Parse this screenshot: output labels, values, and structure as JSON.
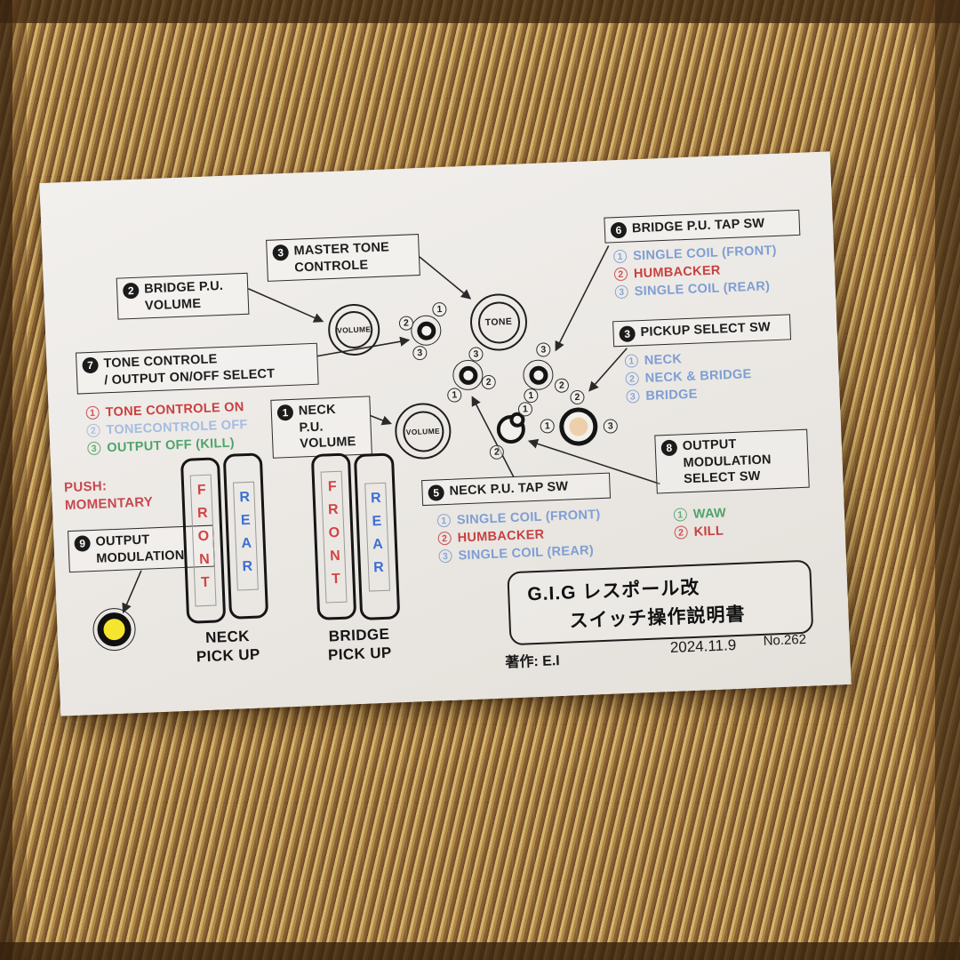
{
  "sheet": {
    "boxes": {
      "b1": {
        "num": "1",
        "label": "NECK P.U.\nVOLUME"
      },
      "b2": {
        "num": "2",
        "label": "BRIDGE P.U.\nVOLUME"
      },
      "b3": {
        "num": "3",
        "label": "MASTER TONE\nCONTROLE"
      },
      "b4": {
        "num": "3",
        "label": "PICKUP SELECT SW"
      },
      "b5": {
        "num": "5",
        "label": "NECK P.U. TAP SW"
      },
      "b6": {
        "num": "6",
        "label": "BRIDGE P.U. TAP SW"
      },
      "b7": {
        "num": "7",
        "label": "TONE CONTROLE\n/ OUTPUT ON/OFF SELECT"
      },
      "b8": {
        "num": "8",
        "label": "OUTPUT\nMODULATION\nSELECT SW"
      },
      "b9": {
        "num": "9",
        "label": "OUTPUT\nMODULATION"
      }
    },
    "lists": {
      "bridge_tap": [
        {
          "n": "1",
          "text": "SINGLE COIL (FRONT)",
          "color": "#7e9ed2"
        },
        {
          "n": "2",
          "text": "HUMBACKER",
          "color": "#c84040"
        },
        {
          "n": "3",
          "text": "SINGLE COIL (REAR)",
          "color": "#7e9ed2"
        }
      ],
      "pickup_select": [
        {
          "n": "1",
          "text": "NECK",
          "color": "#7e9ed2"
        },
        {
          "n": "2",
          "text": "NECK & BRIDGE",
          "color": "#7e9ed2"
        },
        {
          "n": "3",
          "text": "BRIDGE",
          "color": "#7e9ed2"
        }
      ],
      "tone_select": [
        {
          "n": "1",
          "text": "TONE CONTROLE ON",
          "color": "#c84040"
        },
        {
          "n": "2",
          "text": "TONECONTROLE OFF",
          "color": "#a4bcdf"
        },
        {
          "n": "3",
          "text": "OUTPUT OFF (KILL)",
          "color": "#4fa36a"
        }
      ],
      "neck_tap": [
        {
          "n": "1",
          "text": "SINGLE COIL (FRONT)",
          "color": "#7e9ed2"
        },
        {
          "n": "2",
          "text": "HUMBACKER",
          "color": "#c84040"
        },
        {
          "n": "3",
          "text": "SINGLE COIL (REAR)",
          "color": "#7e9ed2"
        }
      ],
      "output_mod": [
        {
          "n": "1",
          "text": "WAW",
          "color": "#4fa36a"
        },
        {
          "n": "2",
          "text": "KILL",
          "color": "#c84040"
        }
      ]
    },
    "knobs": {
      "bridge_volume": "VOLUME",
      "tone": "TONE",
      "neck_volume": "VOLUME"
    },
    "marks": {
      "a": [
        "1",
        "2",
        "3"
      ],
      "b": [
        "1",
        "2",
        "3"
      ],
      "c": [
        "1",
        "2",
        "3"
      ],
      "d": [
        "1",
        "2"
      ],
      "e": [
        "1",
        "2",
        "3"
      ]
    },
    "push_note": {
      "text": "PUSH:\nMOMENTARY",
      "color": "#c9484f"
    },
    "pickups": {
      "neck": {
        "front": "FRONT",
        "rear": "REAR",
        "caption": "NECK\nPICK UP"
      },
      "bridge": {
        "front": "FRONT",
        "rear": "REAR",
        "caption": "BRIDGE\nPICK UP"
      }
    },
    "pickup_colors": {
      "front": "#d24444",
      "rear": "#3b6fd6"
    },
    "title_box": {
      "line1": "G.I.G  レスポール改",
      "line2": "スイッチ操作説明書"
    },
    "credits": {
      "author": "著作:  E.I",
      "date": "2024.11.9",
      "number": "No.262"
    }
  }
}
